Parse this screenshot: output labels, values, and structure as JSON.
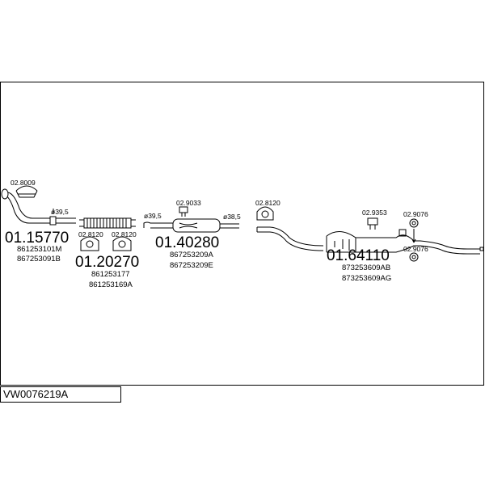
{
  "reference": "VW0076219A",
  "parts": {
    "p1": {
      "number": "01.15770",
      "oe": [
        "861253101M",
        "867253091B"
      ],
      "clamp": "02.8009",
      "diameter": "ø39,5"
    },
    "p2": {
      "number": "01.20270",
      "oe": [
        "861253177",
        "861253169A"
      ],
      "clamps": [
        "02.8120",
        "02.8120"
      ]
    },
    "p3": {
      "number": "01.40280",
      "oe": [
        "867253209A",
        "867253209E"
      ],
      "clamp": "02.9033",
      "diameters": [
        "ø39,5",
        "ø38,5"
      ]
    },
    "p4": {
      "clamp": "02.8120"
    },
    "p5": {
      "number": "01.64110",
      "oe": [
        "873253609AB",
        "873253609AG"
      ],
      "hangers": [
        "02.9353",
        "02.9076",
        "02.9076"
      ]
    }
  }
}
